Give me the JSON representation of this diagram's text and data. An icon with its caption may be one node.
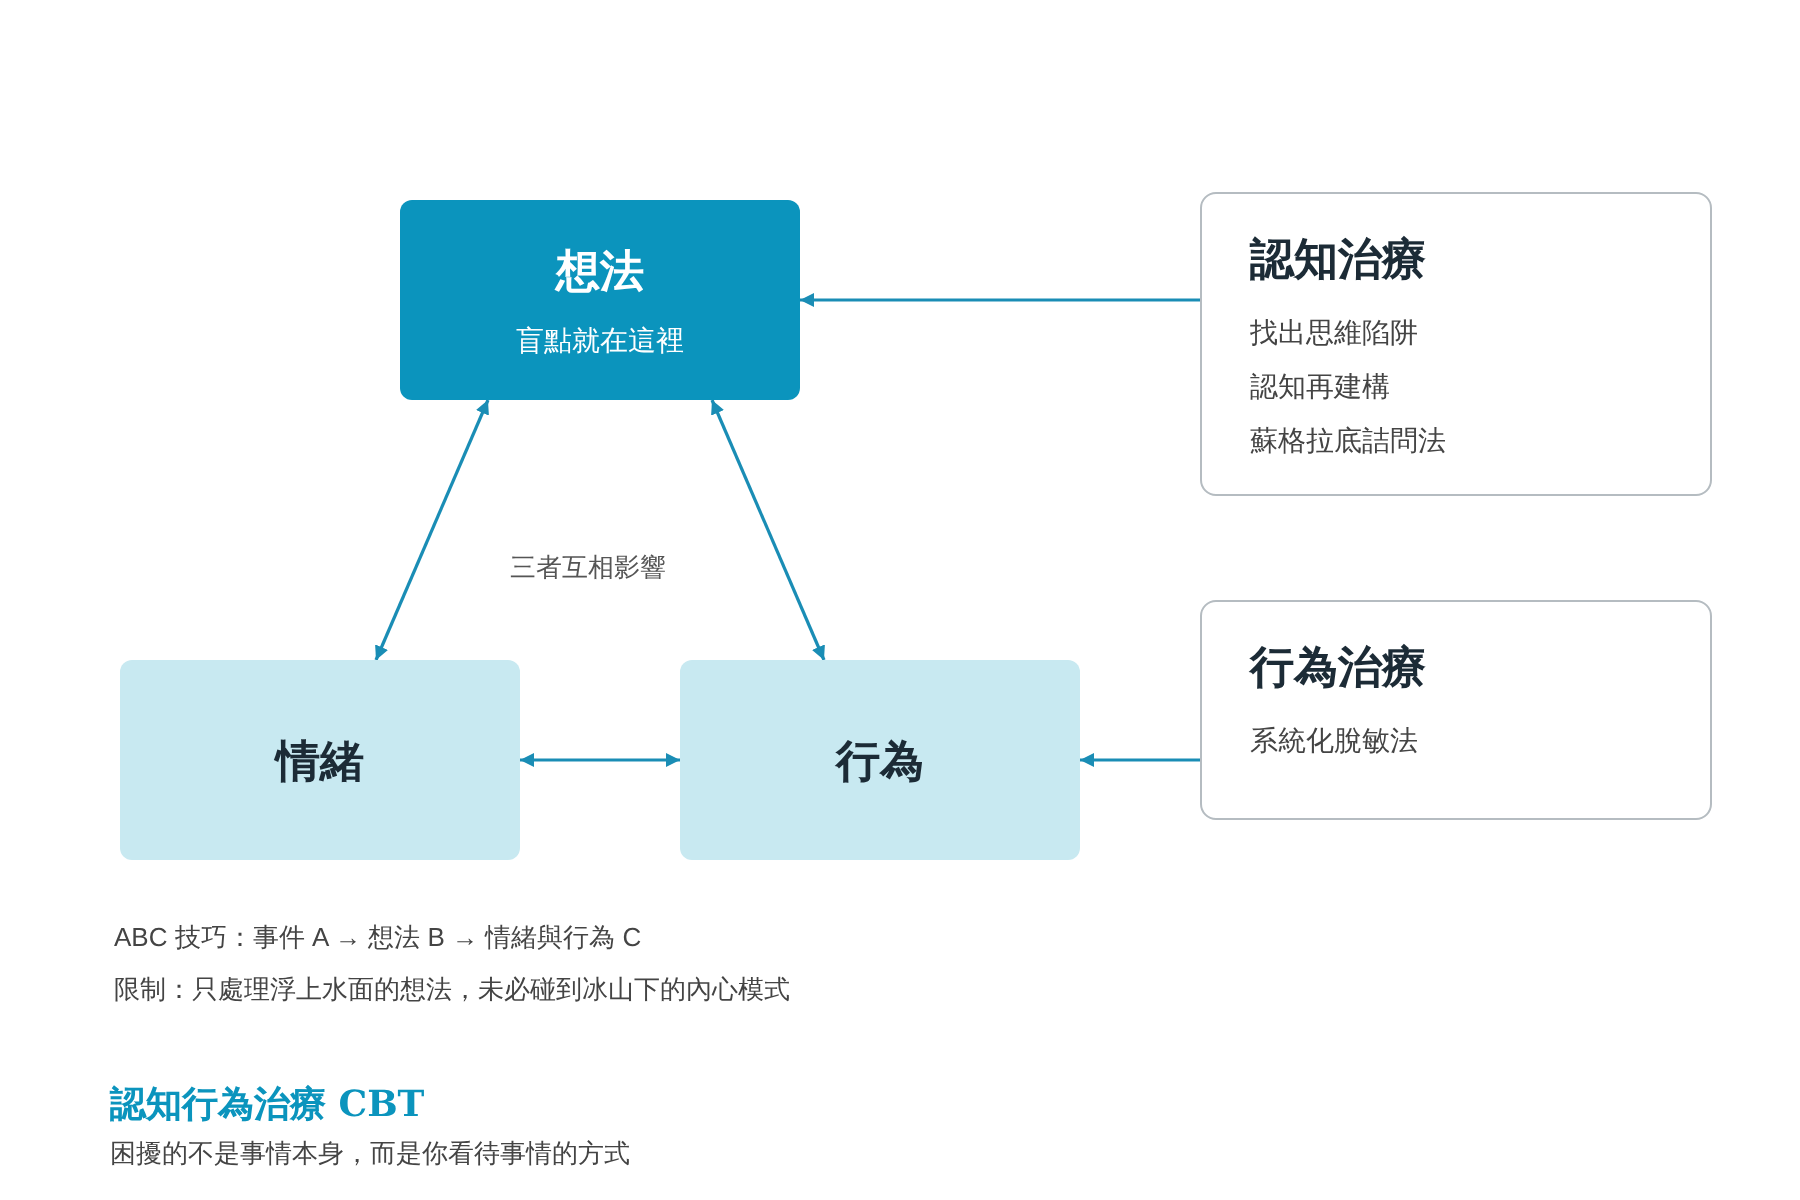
{
  "diagram": {
    "title": "認知行為治療 CBT",
    "caption": "困擾的不是事情本身，而是你看待事情的方式",
    "nodes": [
      {
        "text": [
          "想法",
          "盲點就在這裡"
        ]
      },
      {
        "text": [
          "認知治療",
          "找出思維陷阱",
          "認知再建構",
          "蘇格拉底詰問法"
        ]
      },
      {
        "text": [
          "情緒"
        ]
      },
      {
        "text": [
          "行為"
        ]
      },
      {
        "text": [
          "行為治療",
          "系統化脫敏法"
        ]
      }
    ],
    "edges": [
      {
        "from": 1,
        "to": 0,
        "arrow": "to"
      },
      {
        "from": 0,
        "to": 2,
        "arrow": "both"
      },
      {
        "from": 0,
        "to": 3,
        "arrow": "both"
      },
      {
        "from": 2,
        "to": 3,
        "arrow": "both"
      },
      {
        "from": 4,
        "to": 3,
        "arrow": "to"
      }
    ],
    "labels": [
      "三者互相影響",
      "ABC 技巧：事件 A → 想法 B → 情緒與行為 C",
      "限制：只處理浮上水面的想法，未必碰到冰山下的內心模式"
    ]
  }
}
